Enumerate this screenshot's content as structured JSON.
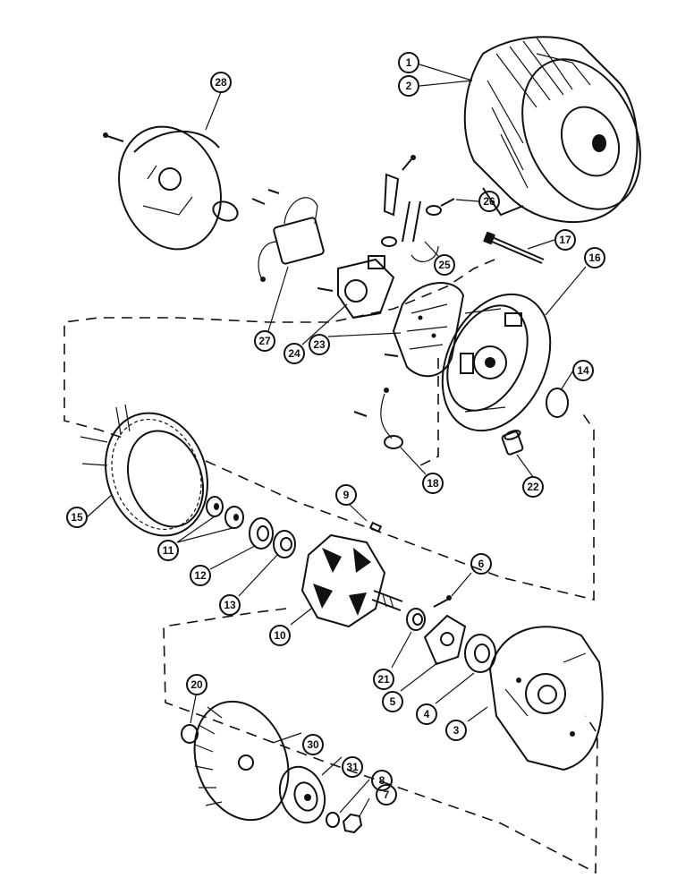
{
  "diagram": {
    "colors": {
      "ink": "#111111",
      "paper": "#ffffff"
    },
    "callouts": [
      {
        "id": "c1",
        "label": "1"
      },
      {
        "id": "c2",
        "label": "2"
      },
      {
        "id": "c28",
        "label": "28"
      },
      {
        "id": "c26",
        "label": "26"
      },
      {
        "id": "c17",
        "label": "17"
      },
      {
        "id": "c25",
        "label": "25"
      },
      {
        "id": "c16",
        "label": "16"
      },
      {
        "id": "c27",
        "label": "27"
      },
      {
        "id": "c24",
        "label": "24"
      },
      {
        "id": "c23",
        "label": "23"
      },
      {
        "id": "c14",
        "label": "14"
      },
      {
        "id": "c18",
        "label": "18"
      },
      {
        "id": "c22",
        "label": "22"
      },
      {
        "id": "c15",
        "label": "15"
      },
      {
        "id": "c9",
        "label": "9"
      },
      {
        "id": "c11",
        "label": "11"
      },
      {
        "id": "c12",
        "label": "12"
      },
      {
        "id": "c13",
        "label": "13"
      },
      {
        "id": "c6",
        "label": "6"
      },
      {
        "id": "c10",
        "label": "10"
      },
      {
        "id": "c21",
        "label": "21"
      },
      {
        "id": "c5",
        "label": "5"
      },
      {
        "id": "c4",
        "label": "4"
      },
      {
        "id": "c3",
        "label": "3"
      },
      {
        "id": "c20",
        "label": "20"
      },
      {
        "id": "c30",
        "label": "30"
      },
      {
        "id": "c31",
        "label": "31"
      },
      {
        "id": "c8",
        "label": "8"
      },
      {
        "id": "c7",
        "label": "7"
      }
    ]
  }
}
